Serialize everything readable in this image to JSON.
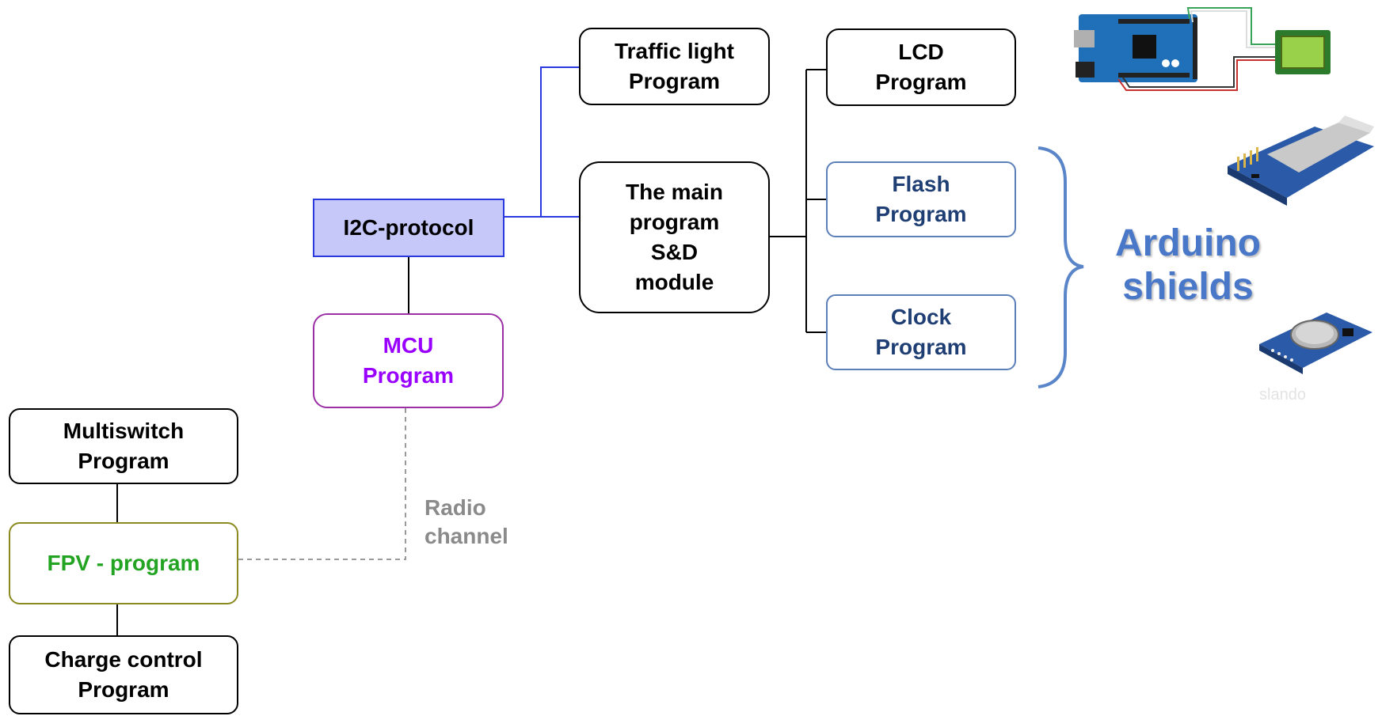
{
  "nodes": {
    "traffic_light": "Traffic light\nProgram",
    "lcd": "LCD\nProgram",
    "main_program": "The main\nprogram\nS&D\nmodule",
    "flash": "Flash\nProgram",
    "clock": "Clock\nProgram",
    "i2c": "I2C-protocol",
    "mcu": "MCU\nProgram",
    "multiswitch": "Multiswitch\nProgram",
    "fpv": "FPV - program",
    "charge_control": "Charge control\nProgram"
  },
  "labels": {
    "radio_channel": "Radio\nchannel",
    "arduino_shields": "Arduino\nshields",
    "watermark": "slando"
  },
  "colors": {
    "i2c_fill": "#c5c8f8",
    "i2c_link": "#2b3ae0",
    "mcu_text": "#9900ff",
    "fpv_text": "#22a322",
    "shield_text": "#1f3f74",
    "arduino_label": "#4a78c8",
    "radio_text": "#8a8a8a"
  },
  "images": [
    "arduino-mega-with-lcd-photo",
    "sd-card-module-photo",
    "rtc-clock-module-photo"
  ]
}
